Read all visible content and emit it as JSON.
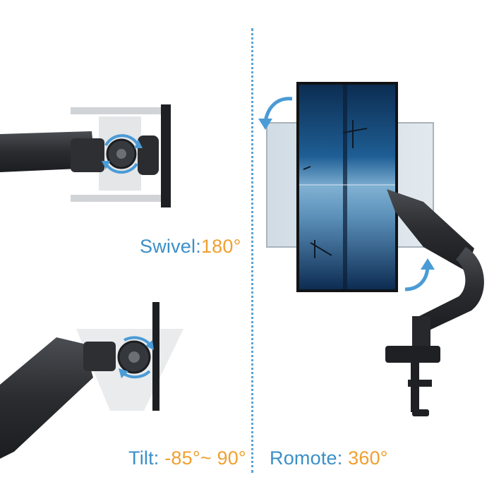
{
  "labels": {
    "swivel": {
      "name": "Swivel:",
      "value": "180°"
    },
    "tilt": {
      "name": "Tilt: ",
      "value": "-85°~ 90°"
    },
    "rotate": {
      "name": "Romote: ",
      "value": "360°"
    }
  },
  "colors": {
    "label_text": "#3b8fc8",
    "label_value": "#f0a030",
    "arrow": "#4a9bd6",
    "arm": "#2b2d30",
    "divider": "#5aa3d6"
  },
  "icons": [
    "swivel-arrow-icon",
    "tilt-arrow-icon",
    "rotate-arrow-icon"
  ]
}
